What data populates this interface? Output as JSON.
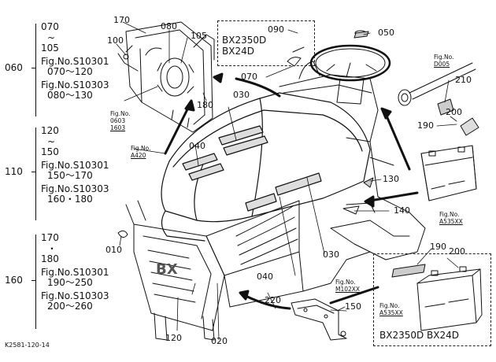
{
  "groups": [
    {
      "code": "060",
      "lines": [
        "070",
        "~",
        "105",
        "Fig.No.S10301",
        "070～120",
        "Fig.No.S10303",
        "080～130"
      ]
    },
    {
      "code": "110",
      "lines": [
        "120",
        "~",
        "150",
        "Fig.No.S10301",
        "150～170",
        "Fig.No.S10303",
        "160・180"
      ]
    },
    {
      "code": "160",
      "lines": [
        "170",
        "・",
        "180",
        "Fig.No.S10301",
        "190～250",
        "Fig.No.S10303",
        "200～260"
      ]
    }
  ],
  "parts": {
    "p170": "170",
    "p100": "100",
    "p080": "080",
    "p105": "105",
    "p180": "180",
    "p030a": "030",
    "p040a": "040",
    "p090": "090",
    "p050": "050",
    "p070": "070",
    "p210": "210",
    "p200a": "200",
    "p190a": "190",
    "p130": "130",
    "p140": "140",
    "p010": "010",
    "p040b": "040",
    "p030b": "030",
    "p220": "220",
    "p150": "150",
    "p120": "120",
    "p020": "020",
    "p190b": "190",
    "p200b": "200"
  },
  "models_top": [
    "BX2350D",
    "BX24D"
  ],
  "models_bottom": "BX2350D  BX24D",
  "refs": {
    "fig0603": [
      "Fig.No.",
      "0603",
      "1603"
    ],
    "figA420": [
      "Fig.No.",
      "A420"
    ],
    "figD005": [
      "Fig.No.",
      "D005"
    ],
    "figA535a": [
      "Fig.No.",
      "A535XX"
    ],
    "figM102": [
      "Fig.No.",
      "M102XX"
    ],
    "figA535b": [
      "Fig.No.",
      "A535XX"
    ]
  },
  "drawing_code": "K2581-120-14"
}
